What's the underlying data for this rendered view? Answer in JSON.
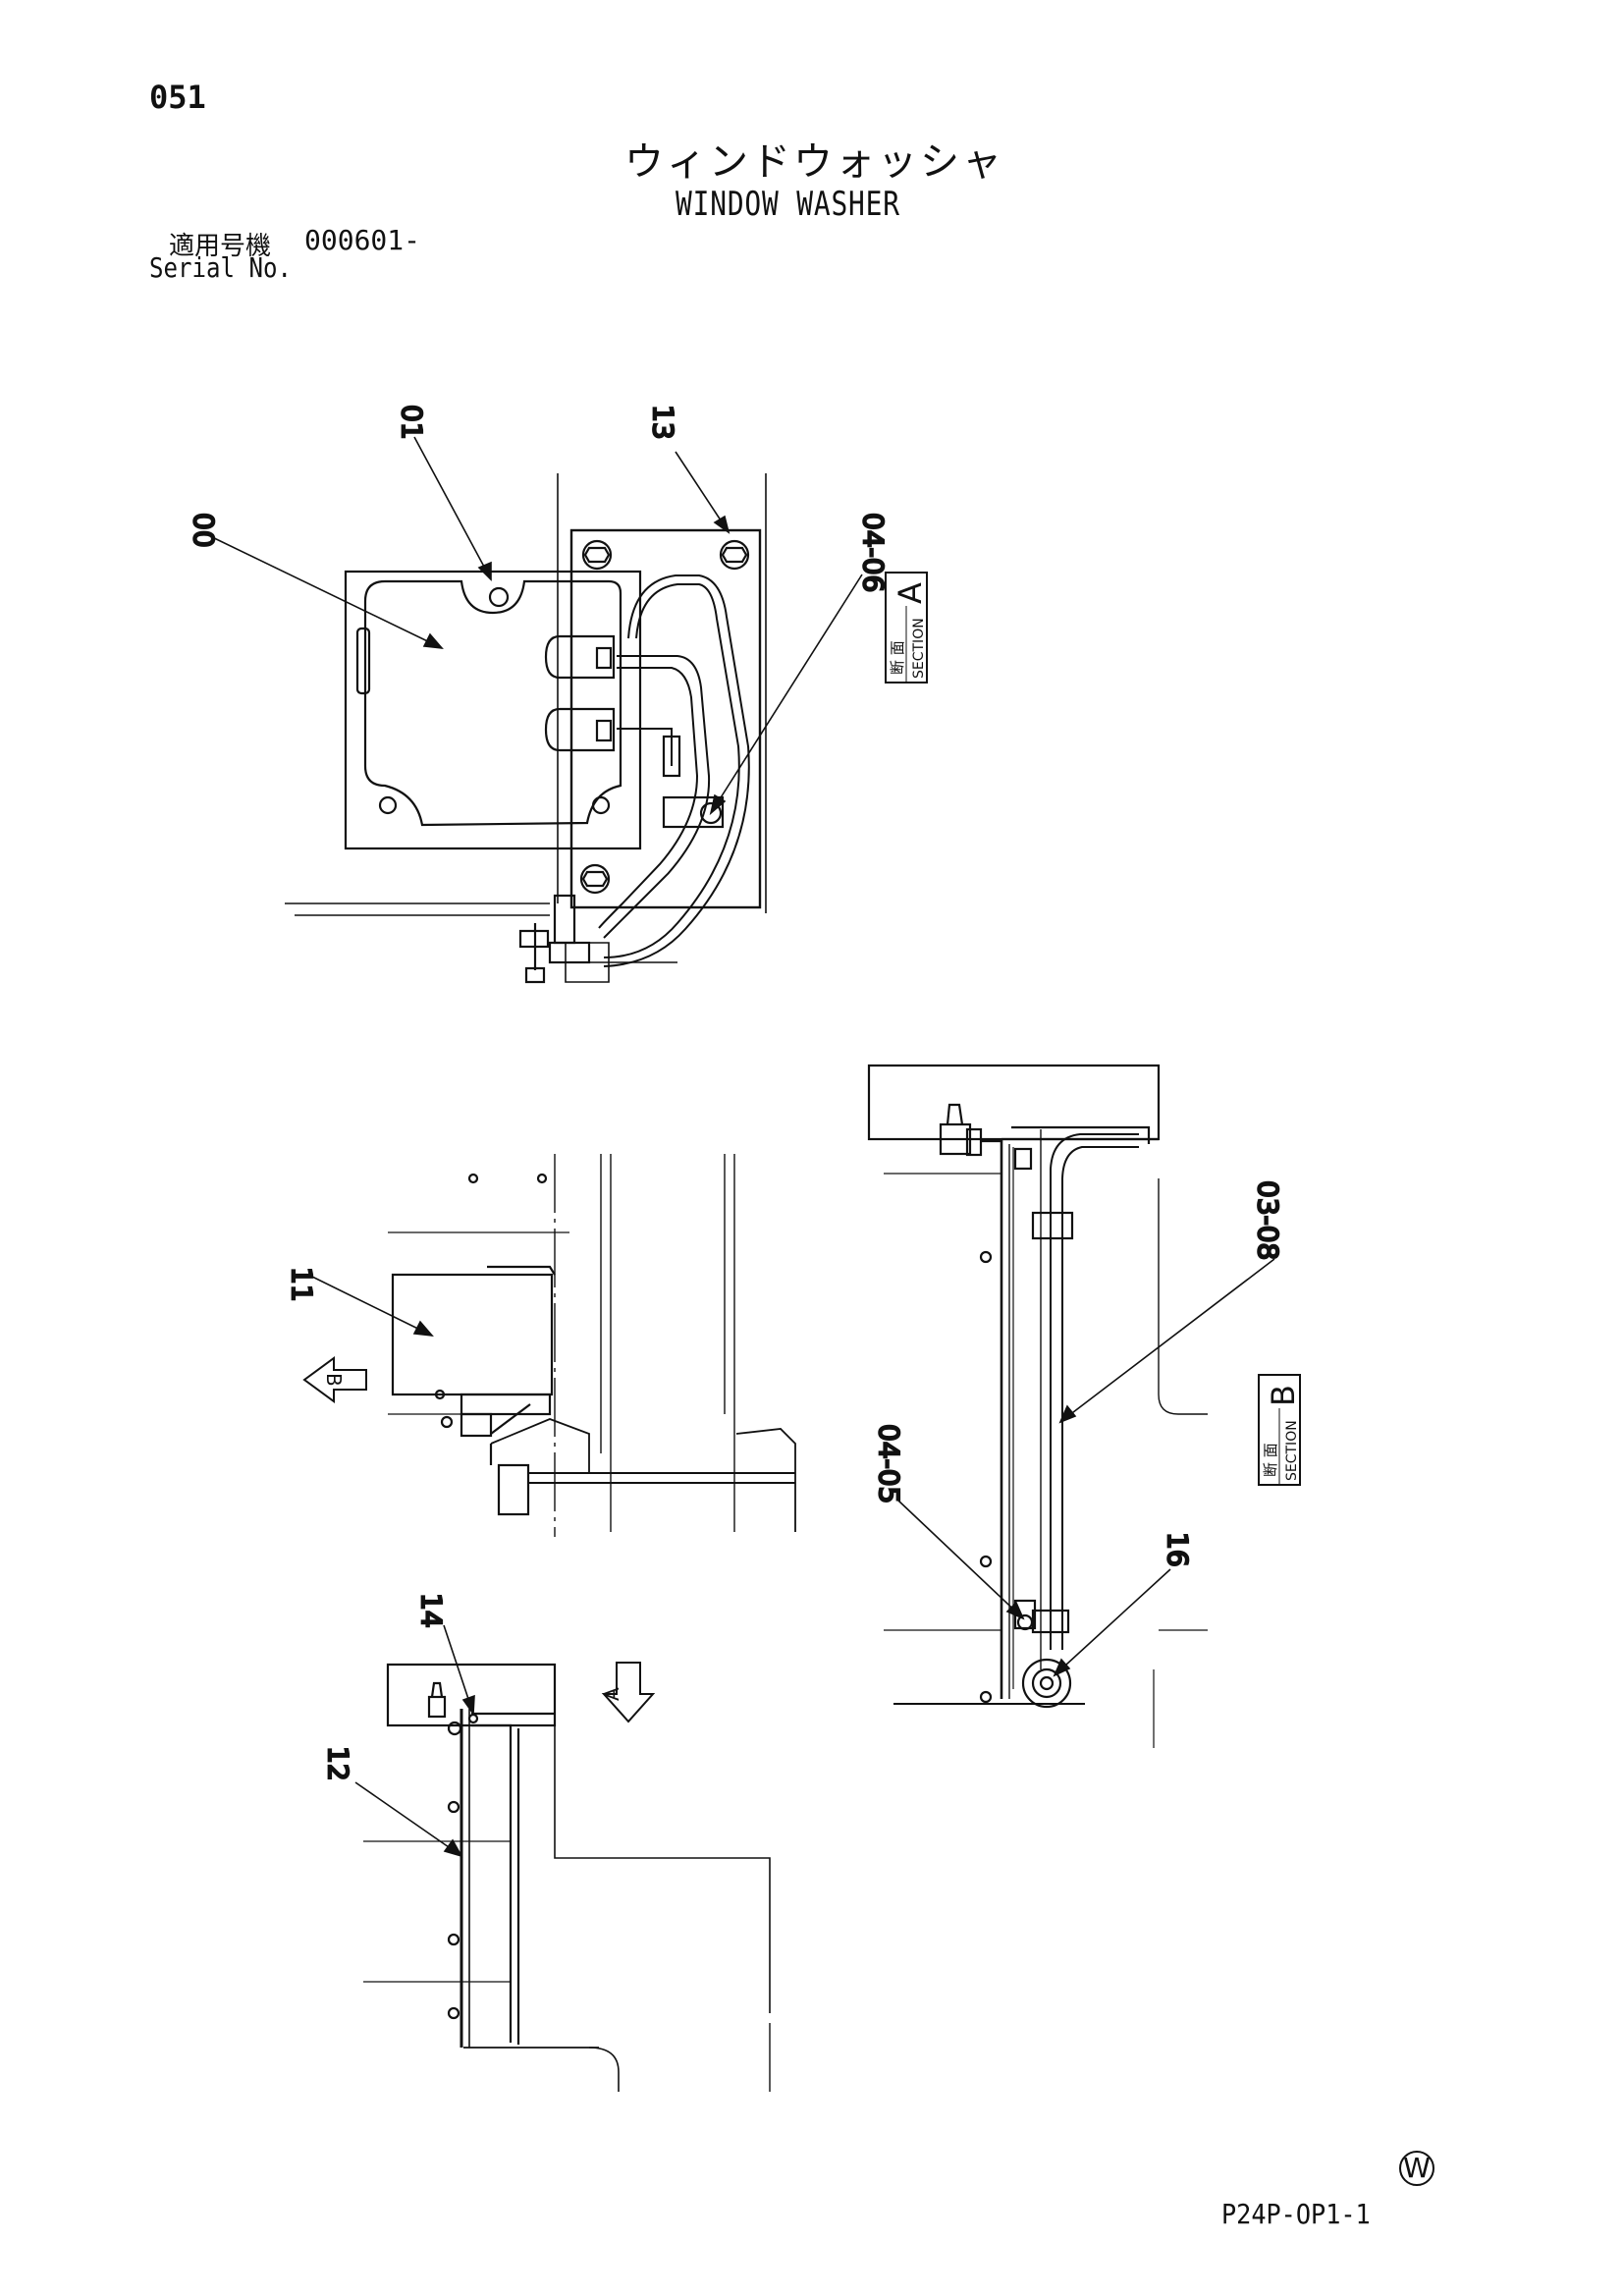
{
  "header": {
    "page_number": "051",
    "title_jp": "ウィンドウォッシャ",
    "title_en": "WINDOW WASHER",
    "serial_label_jp": "適用号機",
    "serial_code": "000601-",
    "serial_label_en": "Serial No."
  },
  "callouts": {
    "c00": "00",
    "c01": "01",
    "c13": "13",
    "c0406": "04-06",
    "c11": "11",
    "c14": "14",
    "c12": "12",
    "c0308": "03-08",
    "c0405": "04-05",
    "c16": "16"
  },
  "sections": {
    "a": {
      "jp": "断 面",
      "en": "SECTION",
      "letter": "A"
    },
    "b": {
      "jp": "断 面",
      "en": "SECTION",
      "letter": "B"
    }
  },
  "view_markers": {
    "b": "B",
    "a": "A"
  },
  "footer": {
    "w_mark": "W",
    "drawing_code": "P24P-OP1-1"
  }
}
